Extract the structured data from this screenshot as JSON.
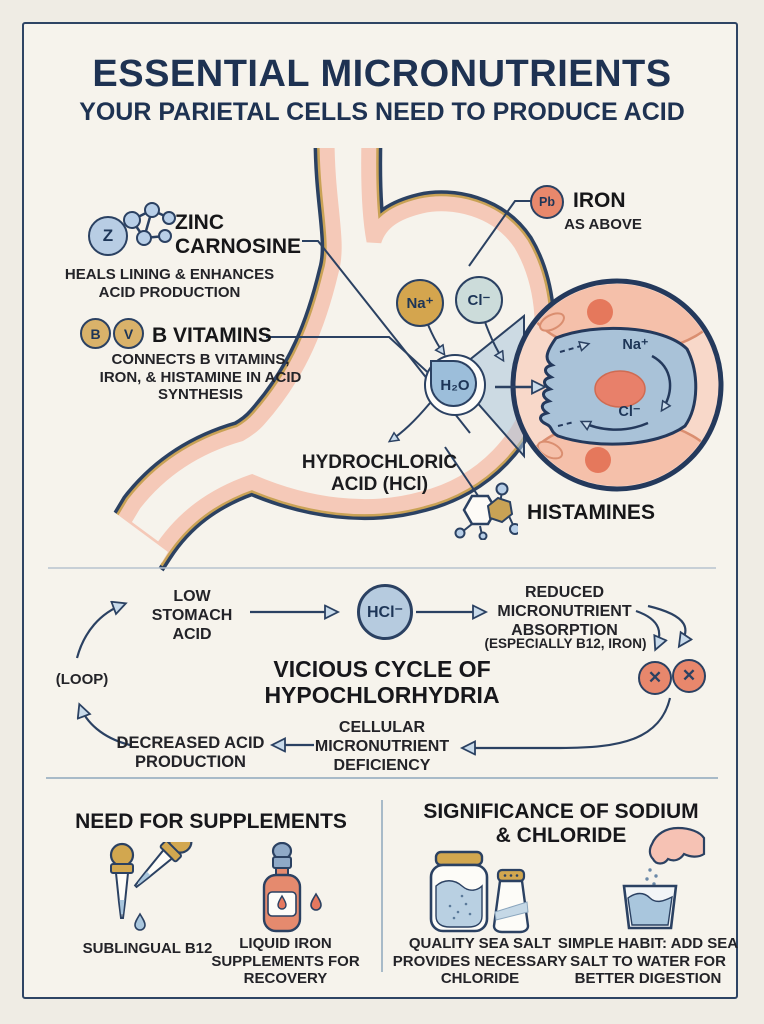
{
  "title": "ESSENTIAL MICRONUTRIENTS",
  "subtitle": "YOUR PARIETAL CELLS NEED TO PRODUCE ACID",
  "colors": {
    "navy": "#2b4162",
    "cream": "#f6f3ec",
    "pink_wall": "#f5c9b8",
    "salmon": "#e8876c",
    "gold": "#d2a74f",
    "light_blue": "#a9c2d8",
    "pale_blue_gray": "#ccdcda"
  },
  "stomach_diagram": {
    "zinc": {
      "badge": "Z",
      "name": "ZINC CARNOSINE",
      "desc": "HEALS LINING & ENHANCES ACID PRODUCTION"
    },
    "b_vitamins": {
      "badge_b": "B",
      "badge_v": "V",
      "name": "B VITAMINS",
      "desc": "CONNECTS B VITAMINS, IRON, & HISTAMINE IN ACID SYNTHESIS"
    },
    "iron": {
      "badge": "Pb",
      "name": "IRON",
      "desc": "AS ABOVE"
    },
    "sodium_ion": "Na⁺",
    "chloride_ion": "Cl⁻",
    "water": "H₂O",
    "cell_sodium": "Na⁺",
    "cell_chloride": "Cl⁻",
    "hcl_label": "HYDROCHLORIC ACID (HCl)",
    "histamines_label": "HISTAMINES"
  },
  "cycle": {
    "heading": "VICIOUS CYCLE OF HYPOCHLORHYDRIA",
    "loop": "(LOOP)",
    "low_acid": "LOW STOMACH ACID",
    "hcl_badge": "HCl⁻",
    "reduced": "REDUCED MICRONUTRIENT ABSORPTION",
    "reduced_note": "(ESPECIALLY B12, IRON)",
    "x_mark": "✕",
    "cellular": "CELLULAR MICRONUTRIENT DEFICIENCY",
    "decreased": "DECREASED ACID PRODUCTION"
  },
  "supplements": {
    "heading": "NEED FOR SUPPLEMENTS",
    "items": [
      {
        "icon": "b12-dropper-icon",
        "label": "SUBLINGUAL B12"
      },
      {
        "icon": "iron-bottle-icon",
        "label": "LIQUID IRON SUPPLEMENTS FOR RECOVERY"
      }
    ]
  },
  "sodium_chloride": {
    "heading": "SIGNIFICANCE OF SODIUM & CHLORIDE",
    "items": [
      {
        "icon": "sea-salt-icon",
        "label": "QUALITY SEA SALT PROVIDES NECESSARY CHLORIDE"
      },
      {
        "icon": "salt-water-icon",
        "label": "SIMPLE HABIT: ADD SEA SALT TO WATER FOR BETTER DIGESTION"
      }
    ]
  }
}
